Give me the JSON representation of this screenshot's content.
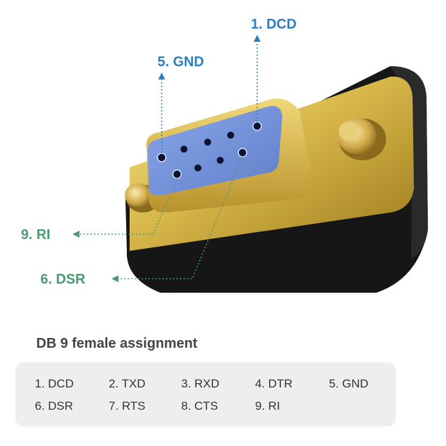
{
  "callouts": {
    "dcd": "1. DCD",
    "gnd": "5. GND",
    "ri": "9. RI",
    "dsr": "6. DSR"
  },
  "colors": {
    "blue_label": "#2a7fc0",
    "green_label": "#4a9a72",
    "pin_face": "#6f8fd8",
    "gold": "#d8b84a",
    "housing": "#1a1a1a"
  },
  "assignment": {
    "title": "DB 9 female assignment",
    "pins": [
      "1. DCD",
      "2. TXD",
      "3. RXD",
      "4. DTR",
      "5. GND",
      "6. DSR",
      "7. RTS",
      "8. CTS",
      "9. RI"
    ]
  }
}
